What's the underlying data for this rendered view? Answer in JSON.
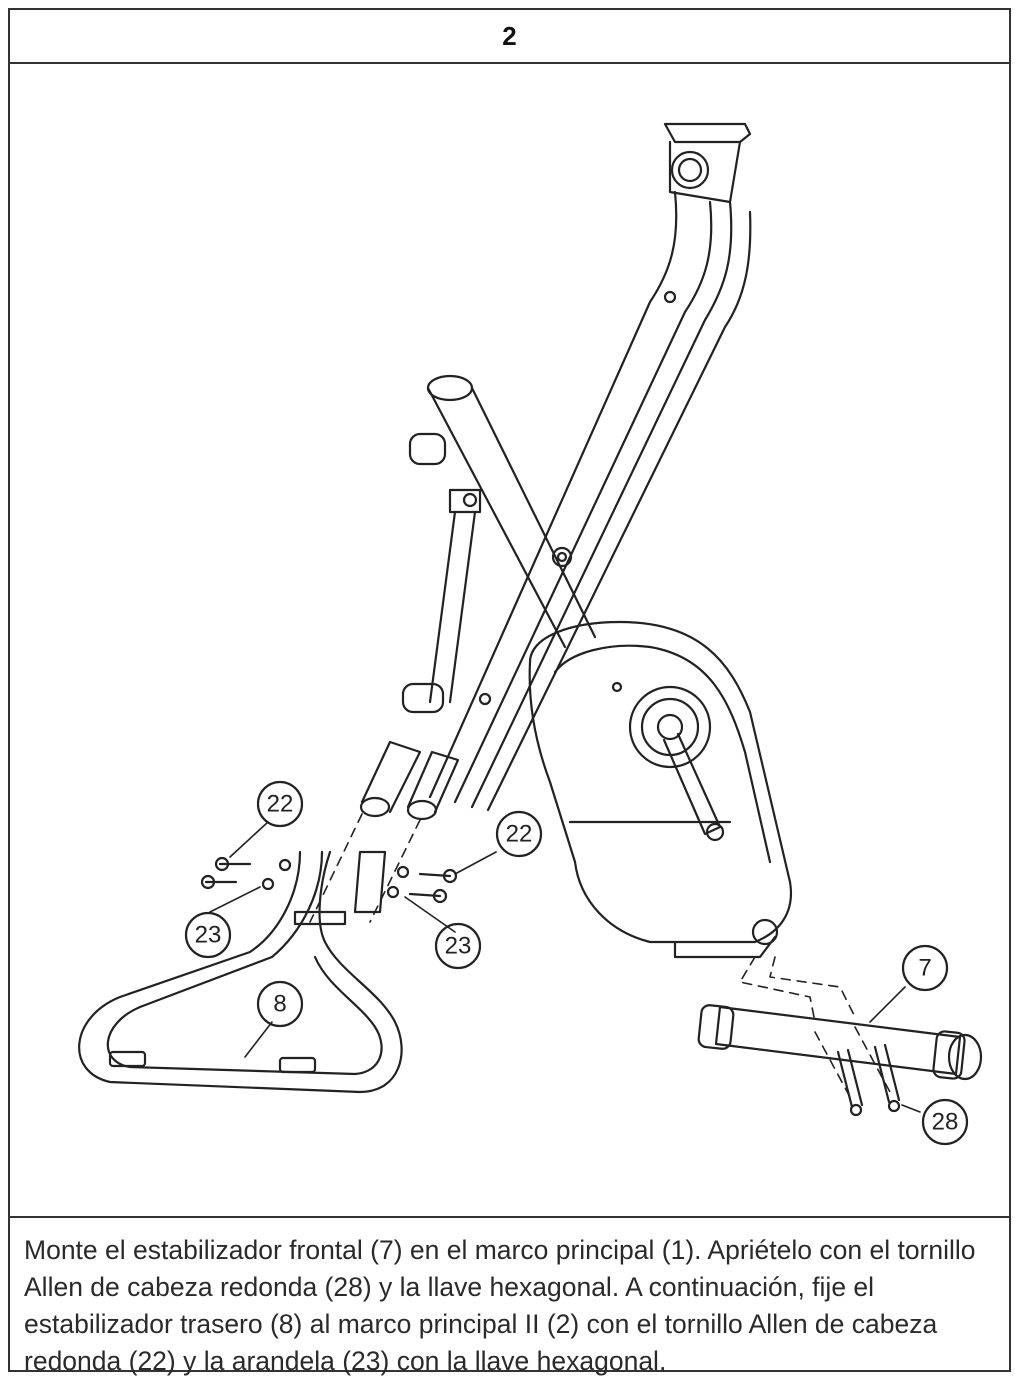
{
  "step": {
    "number": "2"
  },
  "callouts": {
    "c22_left": "22",
    "c23_left": "23",
    "c22_right": "22",
    "c23_right": "23",
    "c8": "8",
    "c7": "7",
    "c28": "28"
  },
  "instructions": "Monte el estabilizador frontal (7) en el marco principal (1). Apriételo con el tornillo Allen de cabeza redonda (28) y la llave hexagonal. A continuación, fije el estabilizador trasero (8) al marco principal II (2) con el tornillo Allen de cabeza redonda (22) y la arandela (23) con la llave hexagonal."
}
